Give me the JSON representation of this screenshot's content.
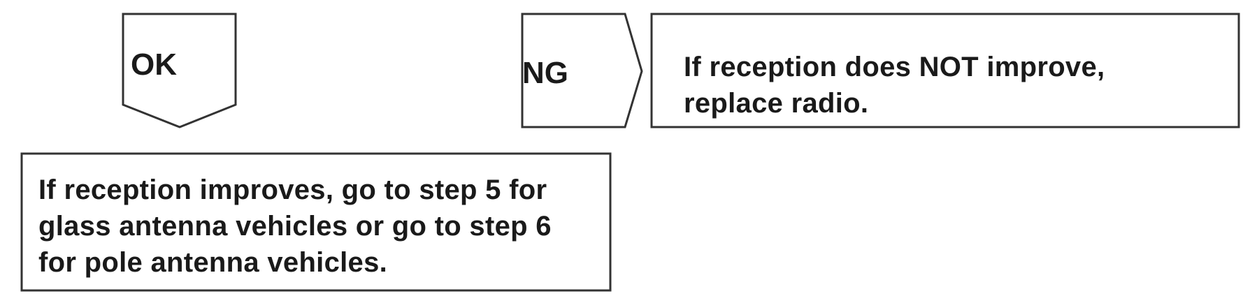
{
  "ok_branch": {
    "label": "OK",
    "instruction_lines": [
      "If reception improves, go to step 5 for",
      "glass antenna vehicles or go to step 6",
      "for pole antenna vehicles."
    ]
  },
  "ng_branch": {
    "label": "NG",
    "instruction_lines": [
      "If reception does NOT improve,",
      "replace radio."
    ]
  },
  "colors": {
    "stroke": "#333333",
    "text": "#1a1a1a",
    "background": "#ffffff"
  }
}
